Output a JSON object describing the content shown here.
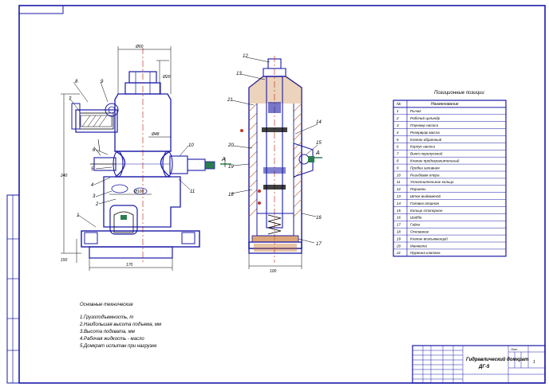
{
  "legend": {
    "title": "Позиционные позиции",
    "header_num": "№",
    "header_name": "Наименование",
    "rows": [
      {
        "num": "1",
        "name": "Рычаг"
      },
      {
        "num": "2",
        "name": "Рабочий цилиндр"
      },
      {
        "num": "3",
        "name": "Плунжер насоса"
      },
      {
        "num": "4",
        "name": "Резервуар масла"
      },
      {
        "num": "5",
        "name": "Клапан обратный"
      },
      {
        "num": "6",
        "name": "Корпус насоса"
      },
      {
        "num": "7",
        "name": "Винт перепускной"
      },
      {
        "num": "8",
        "name": "Клапан предохранительный"
      },
      {
        "num": "9",
        "name": "Пробка заливная"
      },
      {
        "num": "10",
        "name": "Резьбовая опора"
      },
      {
        "num": "11",
        "name": "Уплотнительное кольцо"
      },
      {
        "num": "12",
        "name": "Поршень"
      },
      {
        "num": "13",
        "name": "Шток выдвижной"
      },
      {
        "num": "14",
        "name": "Головка опорная"
      },
      {
        "num": "15",
        "name": "Кольцо стопорное"
      },
      {
        "num": "16",
        "name": "Шайба"
      },
      {
        "num": "17",
        "name": "Гайка"
      },
      {
        "num": "18",
        "name": "Основание"
      },
      {
        "num": "19",
        "name": "Клапан всасывающий"
      },
      {
        "num": "20",
        "name": "Манжета"
      },
      {
        "num": "21",
        "name": "Пружина клапана"
      }
    ]
  },
  "notes": {
    "heading": "Основные технические",
    "lines": [
      "1.Грузоподъемность, т",
      "2.Наибольшая высота подъема, мм",
      "3.Высота подхвата, мм",
      "4.Рабочая жидкость - масло",
      "5.Домкрат испытан при нагрузке"
    ]
  },
  "title_block": {
    "name_line1": "Гидравлический домкрат",
    "name_line2": "ДГ-5",
    "sheet_label": "Лит.",
    "sheet_count": "1"
  },
  "labels": {
    "section_mark": "А",
    "callouts": [
      "8",
      "9",
      "7",
      "6",
      "5",
      "4",
      "3",
      "2",
      "1",
      "10",
      "11",
      "12",
      "13",
      "21",
      "20",
      "19",
      "18",
      "14",
      "15",
      "17",
      "16"
    ],
    "dims": [
      "Ø20",
      "Ø48",
      "Ø60",
      "Ø100",
      "100",
      "240",
      "170",
      "150"
    ]
  }
}
